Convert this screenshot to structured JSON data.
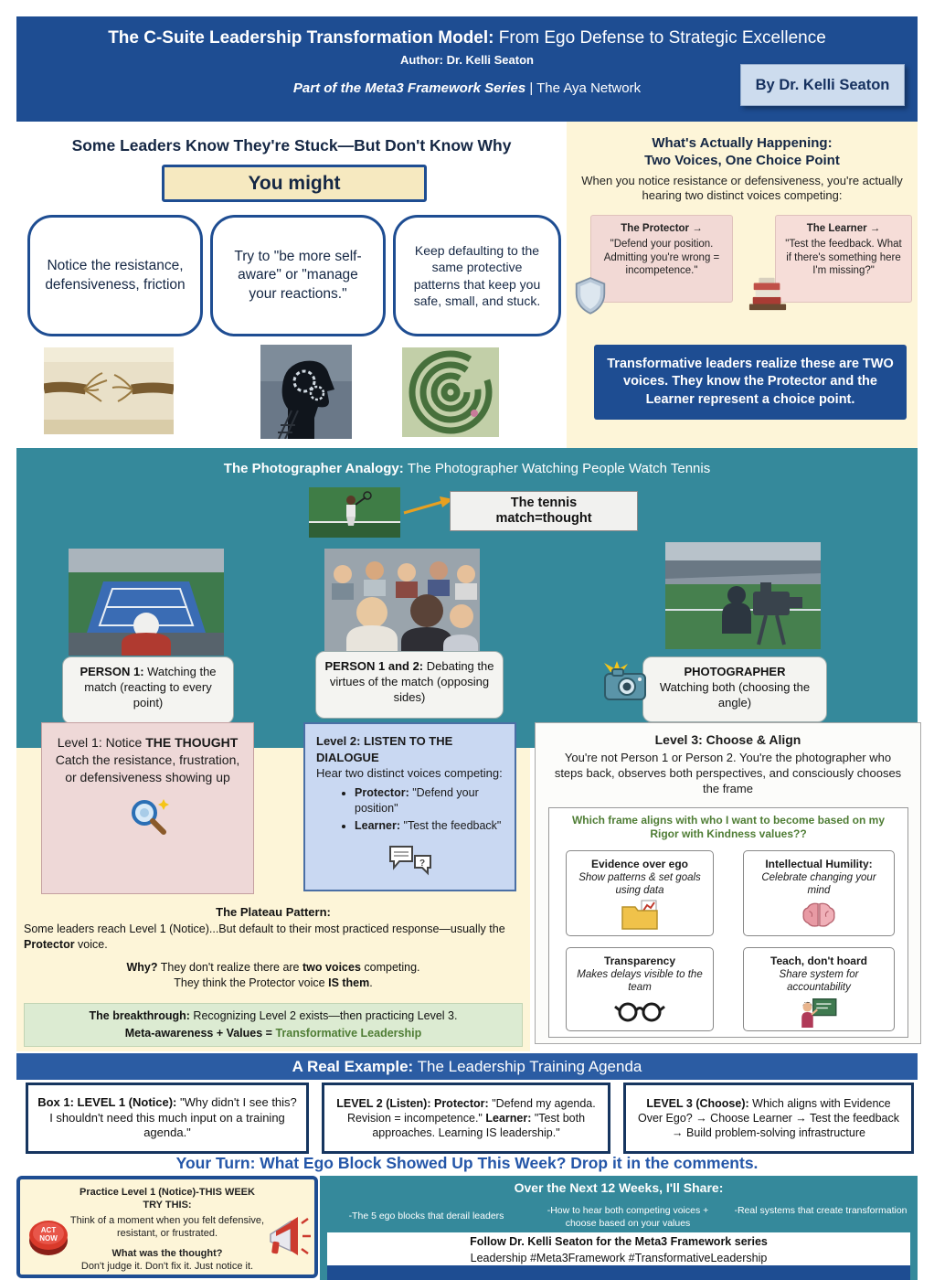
{
  "colors": {
    "header_blue": "#1e4d92",
    "banner_blue": "#2b5ca3",
    "teal": "#35899b",
    "cream": "#fdf5d8",
    "protector_pink": "#f2d9d5",
    "level2_blue": "#c9d8f2",
    "green_accent": "#4f7d35",
    "breakthrough_green": "#dcebd2"
  },
  "header": {
    "title_bold": "The C-Suite Leadership Transformation Model:",
    "title_rest": " From Ego Defense to Strategic Excellence",
    "author": "Author: Dr. Kelli Seaton",
    "series_italic": "Part of the Meta3 Framework Series",
    "series_rest": " | The Aya Network",
    "byline": "By Dr. Kelli Seaton"
  },
  "stuck": {
    "heading": "Some Leaders Know They're Stuck—But Don't Know Why",
    "you_might": "You might",
    "cards": [
      "Notice the resistance, defensiveness, friction",
      "Try to \"be more self-aware\" or \"manage your reactions.\"",
      "Keep defaulting to the same protective patterns that keep you safe, small, and stuck."
    ],
    "images": [
      "frayed-rope-photo",
      "head-with-gears-photo",
      "maze-photo"
    ]
  },
  "happening": {
    "heading1": "What's Actually Happening:",
    "heading2": "Two Voices, One Choice Point",
    "intro": "When you notice resistance or defensiveness, you're actually hearing two distinct voices competing:",
    "protector_title": "The Protector →",
    "protector_quote": "\"Defend your position. Admitting you're wrong = incompetence.\"",
    "protector_icon": "shield-icon",
    "learner_title": "The Learner →",
    "learner_quote": "\"Test the feedback. What if there's something here I'm missing?\"",
    "learner_icon": "books-icon",
    "conclusion": "Transformative leaders realize these are TWO voices. They know the Protector and the Learner represent a choice point."
  },
  "analogy": {
    "title_bold": "The Photographer Analogy: ",
    "title_rest": "The Photographer Watching People Watch Tennis",
    "tennis_label_line1": "The tennis",
    "tennis_label_line2": "match=thought",
    "captions": [
      {
        "bold": "PERSON 1:",
        "rest": " Watching the match (reacting to every point)"
      },
      {
        "bold": "PERSON 1 and 2:",
        "rest": " Debating the virtues of the match (opposing sides)"
      },
      {
        "bold": "PHOTOGRAPHER",
        "rest": "Watching both (choosing the angle)"
      }
    ],
    "photos": [
      "tennis-player-photo",
      "spectator-photo",
      "crowd-photo",
      "camera-operator-photo"
    ],
    "camera_icon": "camera-flash-icon"
  },
  "levels": {
    "level1": {
      "lead": "Level 1: Notice ",
      "lead_bold": "THE THOUGHT",
      "body": "Catch the resistance, frustration, or defensiveness showing up",
      "icon": "magnifying-glass-icon"
    },
    "level2": {
      "heading": "Level 2: LISTEN TO THE DIALOGUE",
      "intro": "Hear two distinct voices competing:",
      "bullets": [
        {
          "bold": "Protector:",
          "rest": " \"Defend your position\""
        },
        {
          "bold": "Learner:",
          "rest": " \"Test the feedback\""
        }
      ],
      "icon": "speech-bubbles-icon"
    },
    "level3": {
      "heading": "Level 3: Choose & Align",
      "body": "You're not Person 1 or Person 2. You're the photographer who steps back, observes both perspectives, and consciously chooses the frame",
      "frame_question": "Which frame aligns with who I want to become based on my Rigor with Kindness values??",
      "values": [
        {
          "title": "Evidence over ego",
          "desc": "Show patterns & set goals using data",
          "icon": "chart-folder-icon"
        },
        {
          "title": "Intellectual Humility:",
          "desc": "Celebrate changing your mind",
          "icon": "brain-icon"
        },
        {
          "title": "Transparency",
          "desc": "Makes delays visible to the team",
          "icon": "glasses-icon"
        },
        {
          "title": "Teach, don't hoard",
          "desc": "Share system for accountability",
          "icon": "teacher-icon"
        }
      ]
    }
  },
  "plateau": {
    "heading": "The Plateau Pattern:",
    "p1_a": "Some leaders reach Level 1 (Notice)...But default to their most practiced response—usually the ",
    "p1_b": "Protector",
    "p1_c": " voice.",
    "p2_a": "Why?",
    "p2_b": " They don't realize there are ",
    "p2_c": "two voices",
    "p2_d": " competing.",
    "p3_a": "They think the Protector voice ",
    "p3_b": "IS them",
    "p3_c": ".",
    "bt_a": "The breakthrough:",
    "bt_b": " Recognizing Level 2 exists—then practicing Level 3.",
    "bt_c": "Meta-awareness + Values = ",
    "bt_d": "Transformative Leadership"
  },
  "example": {
    "banner_bold": "A Real Example:",
    "banner_rest": " The Leadership Training Agenda",
    "box1_bold": "Box 1: LEVEL 1 (Notice): ",
    "box1_rest": "\"Why didn't I see this? I shouldn't need this much input on a training agenda.\"",
    "box2_bold1": "LEVEL 2 (Listen): Protector: ",
    "box2_rest1": "\"Defend my agenda. Revision = incompetence.\" ",
    "box2_bold2": "Learner: ",
    "box2_rest2": "\"Test both approaches. Learning IS leadership.\"",
    "box3_bold": "LEVEL 3 (Choose): ",
    "box3_rest": "Which aligns with Evidence Over Ego? → Choose Learner → Test the feedback → Build problem-solving infrastructure"
  },
  "your_turn": "Your Turn: What Ego Block Showed Up This Week? Drop it in the comments.",
  "practice": {
    "heading": "Practice Level 1 (Notice)-THIS WEEK TRY THIS:",
    "line1": "Think of a moment when you felt defensive, resistant, or frustrated.",
    "q_bold": "What was the thought?",
    "line2": "Don't judge it. Don't fix it. Just notice it.",
    "act_line1": "ACT",
    "act_line2": "NOW",
    "button_icon": "act-now-button-icon",
    "megaphone_icon": "megaphone-icon"
  },
  "weeks": {
    "heading": "Over the Next 12 Weeks, I'll Share:",
    "items": [
      "-The 5 ego blocks that derail leaders",
      "-How to hear both competing voices + choose based on your values",
      "-Real systems that create transformation"
    ],
    "follow_bold": "Follow Dr. Kelli Seaton for the Meta3 Framework series",
    "follow_tags": "Leadership #Meta3Framework #TransformativeLeadership"
  }
}
